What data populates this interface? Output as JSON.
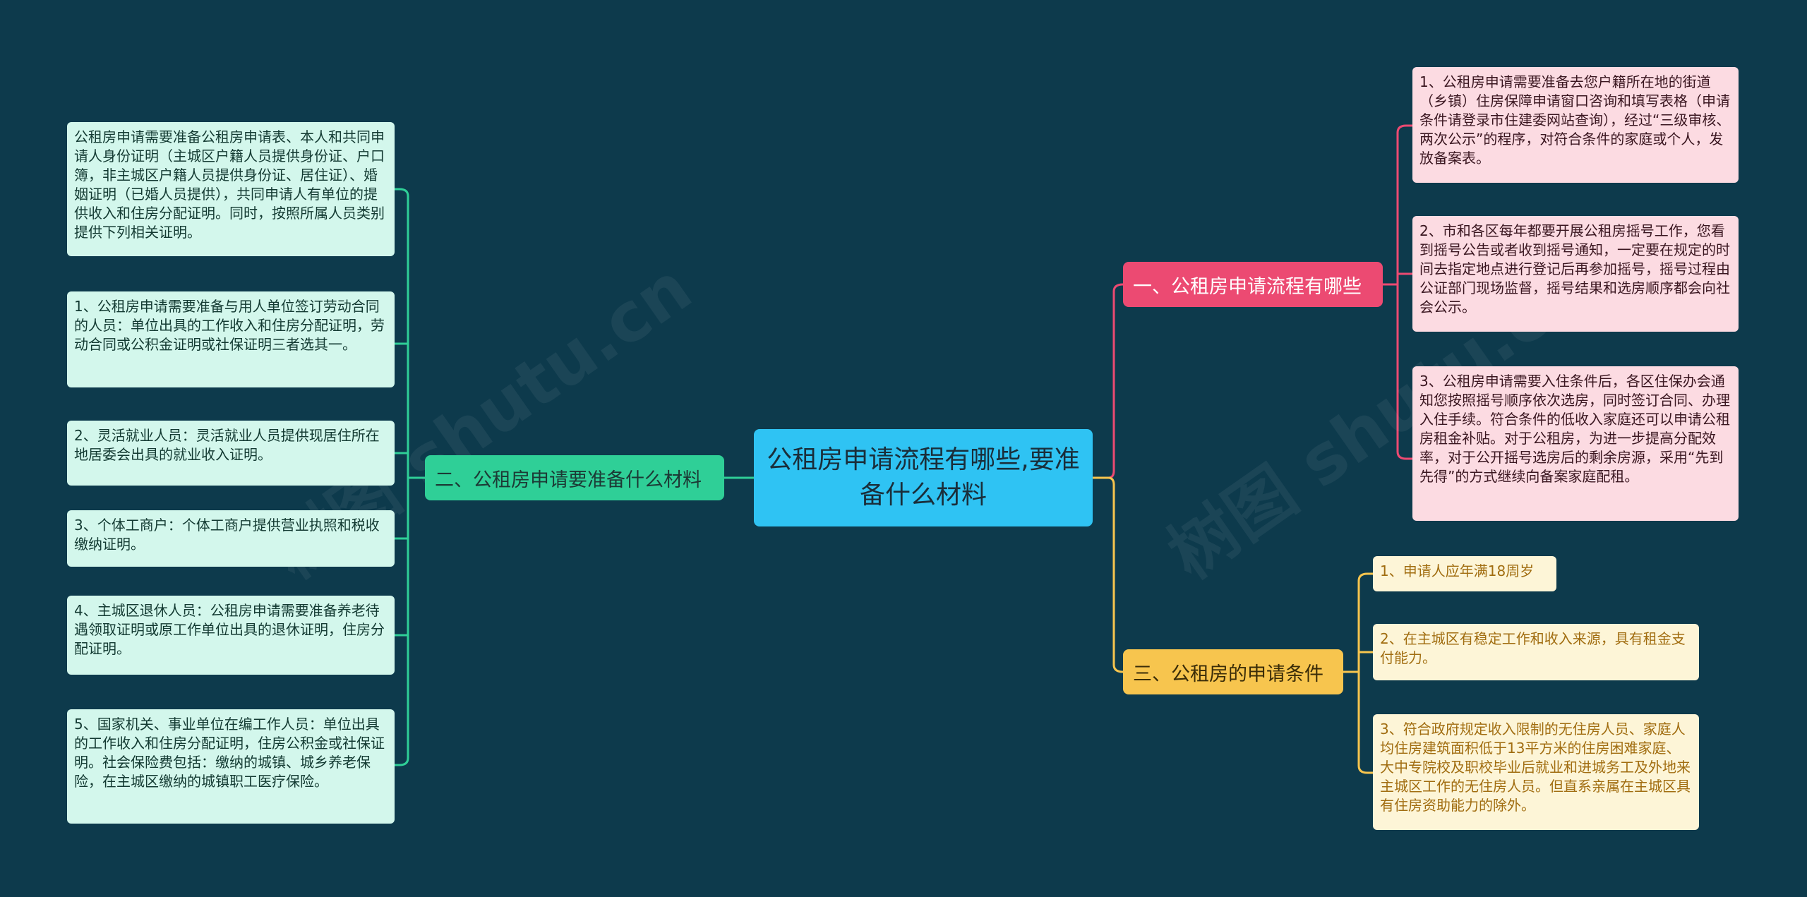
{
  "colors": {
    "background": "#0d3a4c",
    "root": "#2fc3f3",
    "branch_left": "#2fcf97",
    "branch_right1": "#ec4a72",
    "branch_right3": "#f7c54e"
  },
  "mindmap": {
    "root": "公租房申请流程有哪些,要准备什么材料",
    "branches": {
      "left": {
        "label": "二、公租房申请要准备什么材料",
        "items": [
          "公租房申请需要准备公租房申请表、本人和共同申请人身份证明（主城区户籍人员提供身份证、户口簿，非主城区户籍人员提供身份证、居住证）、婚姻证明（已婚人员提供），共同申请人有单位的提供收入和住房分配证明。同时，按照所属人员类别提供下列相关证明。",
          "1、公租房申请需要准备与用人单位签订劳动合同的人员：单位出具的工作收入和住房分配证明，劳动合同或公积金证明或社保证明三者选其一。",
          "2、灵活就业人员：灵活就业人员提供现居住所在地居委会出具的就业收入证明。",
          "3、个体工商户：个体工商户提供营业执照和税收缴纳证明。",
          "4、主城区退休人员：公租房申请需要准备养老待遇领取证明或原工作单位出具的退休证明，住房分配证明。",
          "5、国家机关、事业单位在编工作人员：单位出具的工作收入和住房分配证明，住房公积金或社保证明。社会保险费包括：缴纳的城镇、城乡养老保险，在主城区缴纳的城镇职工医疗保险。"
        ]
      },
      "right1": {
        "label": "一、公租房申请流程有哪些",
        "items": [
          "1、公租房申请需要准备去您户籍所在地的街道（乡镇）住房保障申请窗口咨询和填写表格（申请条件请登录市住建委网站查询），经过“三级审核、两次公示”的程序，对符合条件的家庭或个人，发放备案表。",
          "2、市和各区每年都要开展公租房摇号工作，您看到摇号公告或者收到摇号通知，一定要在规定的时间去指定地点进行登记后再参加摇号，摇号过程由公证部门现场监督，摇号结果和选房顺序都会向社会公示。",
          "3、公租房申请需要入住条件后，各区住保办会通知您按照摇号顺序依次选房，同时签订合同、办理入住手续。符合条件的低收入家庭还可以申请公租房租金补贴。对于公租房，为进一步提高分配效率，对于公开摇号选房后的剩余房源，采用“先到先得”的方式继续向备案家庭配租。"
        ]
      },
      "right3": {
        "label": "三、公租房的申请条件",
        "items": [
          "1、申请人应年满18周岁",
          "2、在主城区有稳定工作和收入来源，具有租金支付能力。",
          "3、符合政府规定收入限制的无住房人员、家庭人均住房建筑面积低于13平方米的住房困难家庭、大中专院校及职校毕业后就业和进城务工及外地来主城区工作的无住房人员。但直系亲属在主城区具有住房资助能力的除外。"
        ]
      }
    }
  }
}
